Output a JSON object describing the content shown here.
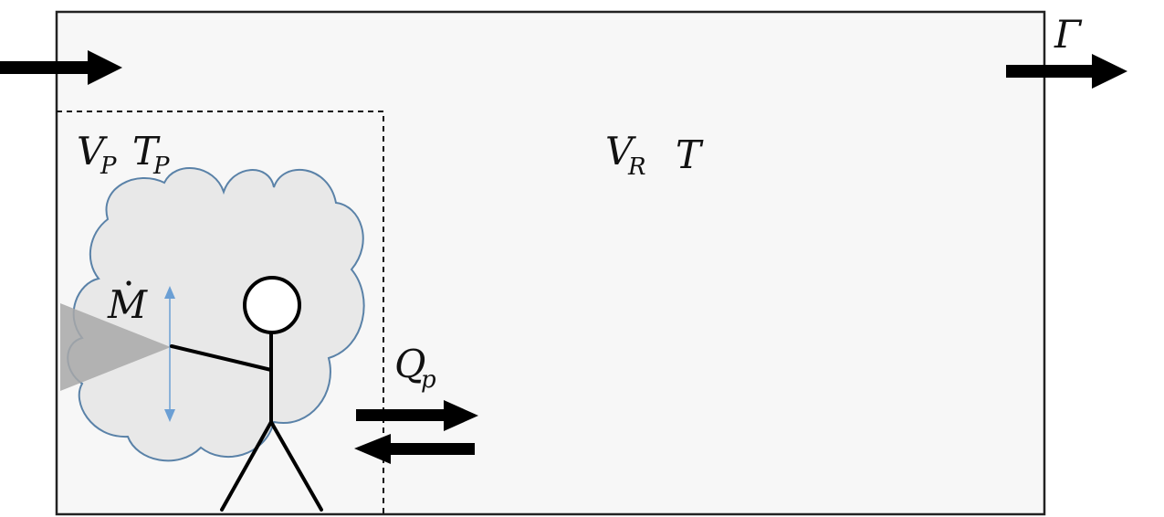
{
  "colors": {
    "room_fill": "#f7f7f7",
    "room_stroke": "#222222",
    "cloud_fill": "#e8e8e8",
    "cloud_stroke": "#5a82a8",
    "spray_fill": "#a8a8a8",
    "range_arrow": "#6b9fd4",
    "ink": "#000000"
  },
  "labels": {
    "gamma": "Γ",
    "v_p": "V",
    "v_p_sub": "P",
    "t_p": "T",
    "t_p_sub": "P",
    "v_r": "V",
    "v_r_sub": "R",
    "t": "T",
    "m_dot": "M",
    "q_p": "Q",
    "q_p_sub": "p"
  },
  "icons": {
    "inflow": "arrow-right-icon",
    "outflow": "arrow-right-icon",
    "exchange_in": "arrow-right-icon",
    "exchange_out": "arrow-left-icon",
    "person": "stick-figure-icon",
    "cloud": "cloud-icon",
    "spray": "spray-cone-icon",
    "range": "double-arrow-vertical-icon"
  }
}
